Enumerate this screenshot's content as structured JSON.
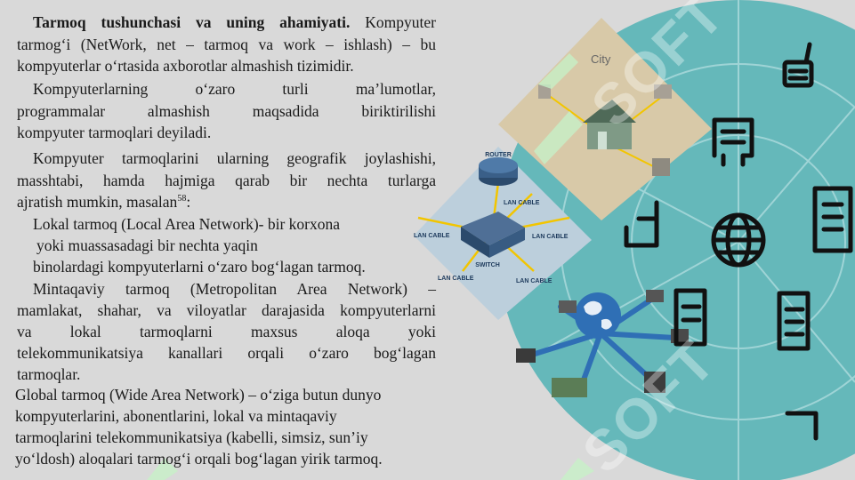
{
  "title": "Tarmoq tushunchasi va uning ahamiyati.",
  "lines": {
    "p1_l1_rest": "Kompyuter",
    "p1_l2": "tarmog‘i (NetWork, net – tarmoq va work – ishlash) – bu",
    "p1_l3": "kompyuterlar o‘rtasida axborotlar almashish tizimidir.",
    "p2_l1": "Kompyuterlarning o‘zaro turli ma’lumotlar,",
    "p2_l2": "programmalar almashish maqsadida biriktirilishi",
    "p2_l3": "kompyuter tarmoqlari deyiladi.",
    "p3_l1": "Kompyuter tarmoqlarini ularning geografik joylashishi,",
    "p3_l2": "masshtabi, hamda hajmiga qarab bir nechta turlarga",
    "p3_l3": "ajratish mumkin, masalan",
    "p3_sup": "58",
    "p3_colon": ":",
    "p4_l1": "Lokal tarmoq (Local Area Network)- bir korxona",
    "p4_l2": "yoki muassasadagi bir nechta yaqin",
    "p4_l3": "binolardagi kompyuterlarni o‘zaro bog‘lagan tarmoq.",
    "p5_l1": "Mintaqaviy tarmoq (Metropolitan Area Network) –",
    "p5_l2": "mamlakat, shahar, va viloyatlar darajasida kompyuterlarni",
    "p5_l3": "va lokal tarmoqlarni maxsus aloqa yoki",
    "p5_l4": "telekommunikatsiya kanallari orqali o‘zaro bog‘lagan",
    "p5_l5": "tarmoqlar.",
    "p6_l1": "Global tarmoq (Wide Area Network) – o‘ziga butun dunyo",
    "p6_l2": "kompyuterlarini, abonentlarini, lokal va mintaqaviy",
    "p6_l3": "tarmoqlarini telekommunikatsiya (kabelli, simsiz, sun’iy",
    "p6_l4": "yo‘ldosh) aloqalari tarmog‘i orqali bog‘lagan yirik tarmoq."
  },
  "diagram_labels": {
    "city": "City",
    "router": "ROUTER",
    "switch": "SWITCH",
    "lan_cable": "LAN CABLE"
  },
  "colors": {
    "background": "#d9d9d9",
    "teal": "#5fb6b8",
    "lan_panel": "#bccfdc",
    "city_panel": "#d8c9a8",
    "cable": "#f2c500",
    "globe_blue": "#2f6fb5",
    "icon_black": "#111111"
  },
  "icons": [
    "cell-tower-icon",
    "server-icon",
    "globe-icon",
    "router-icon",
    "switch-icon",
    "laptop-icon",
    "house-icon"
  ]
}
